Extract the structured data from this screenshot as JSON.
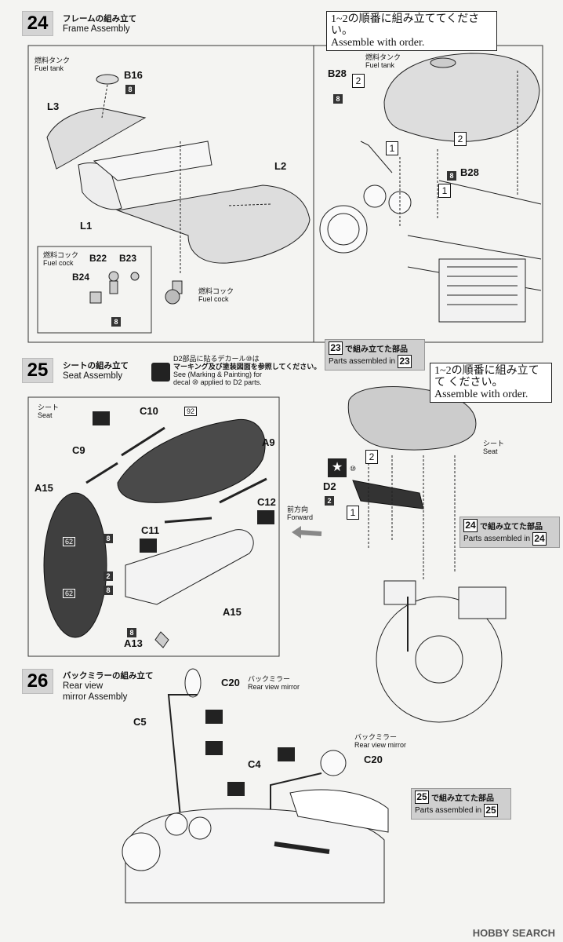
{
  "step24": {
    "num": "24",
    "jp": "フレームの組み立て",
    "en": "Frame Assembly",
    "note_jp": "1~2の順番に組み立ててください。",
    "note_en": "Assemble with order.",
    "fuel_tank_jp": "燃料タンク",
    "fuel_tank_en": "Fuel tank",
    "fuel_tank2_jp": "燃料タンク",
    "fuel_tank2_en": "Fuel tank",
    "parts": {
      "b16": "B16",
      "l3": "L3",
      "l2": "L2",
      "l1": "L1",
      "b28a": "B28",
      "b28b": "B28",
      "b22": "B22",
      "b23": "B23",
      "b24": "B24"
    },
    "badge8": "8",
    "cock_box_jp": "燃料コック",
    "cock_box_en": "Fuel cock",
    "cock_jp": "燃料コック",
    "cock_en": "Fuel cock",
    "order1": "1",
    "order2": "2",
    "assembled_jp": "で組み立てた部品",
    "assembled_en": "Parts assembled in",
    "assembled_ref": "23"
  },
  "step25": {
    "num": "25",
    "jp": "シートの組み立て",
    "en": "Seat Assembly",
    "decal_jp1": "D2部品に貼るデカール⑩は",
    "decal_jp2": "マーキング及び塗装図面を参照してください。",
    "decal_en1": "See (Marking & Painting) for",
    "decal_en2": "decal ⑩ applied to D2 parts.",
    "note_jp": "1~2の順番に組み立てて ください。",
    "note_en": "Assemble with order.",
    "seat_jp": "シート",
    "seat_en": "Seat",
    "seat2_jp": "シート",
    "seat2_en": "Seat",
    "parts": {
      "c10": "C10",
      "c9": "C9",
      "a15": "A15",
      "a9": "A9",
      "c12": "C12",
      "c11": "C11",
      "a15b": "A15",
      "a13": "A13",
      "d2": "D2"
    },
    "decal92": "92",
    "decal62a": "62",
    "decal62b": "62",
    "decal10": "⑩",
    "badge8": "8",
    "badge2": "2",
    "forward_jp": "前方向",
    "forward_en": "Forward",
    "order1": "1",
    "order2": "2",
    "assembled_jp": "で組み立てた部品",
    "assembled_en": "Parts assembled in",
    "assembled_ref": "24"
  },
  "step26": {
    "num": "26",
    "jp": "バックミラーの組み立て",
    "en1": "Rear view",
    "en2": "mirror Assembly",
    "mirror_jp": "バックミラー",
    "mirror_en": "Rear view mirror",
    "mirror2_jp": "バックミラー",
    "mirror2_en": "Rear view mirror",
    "parts": {
      "c20a": "C20",
      "c5": "C5",
      "c4": "C4",
      "c20b": "C20"
    },
    "assembled_jp": "で組み立てた部品",
    "assembled_en": "Parts assembled in",
    "assembled_ref": "25"
  },
  "footer": "HOBBY SEARCH"
}
